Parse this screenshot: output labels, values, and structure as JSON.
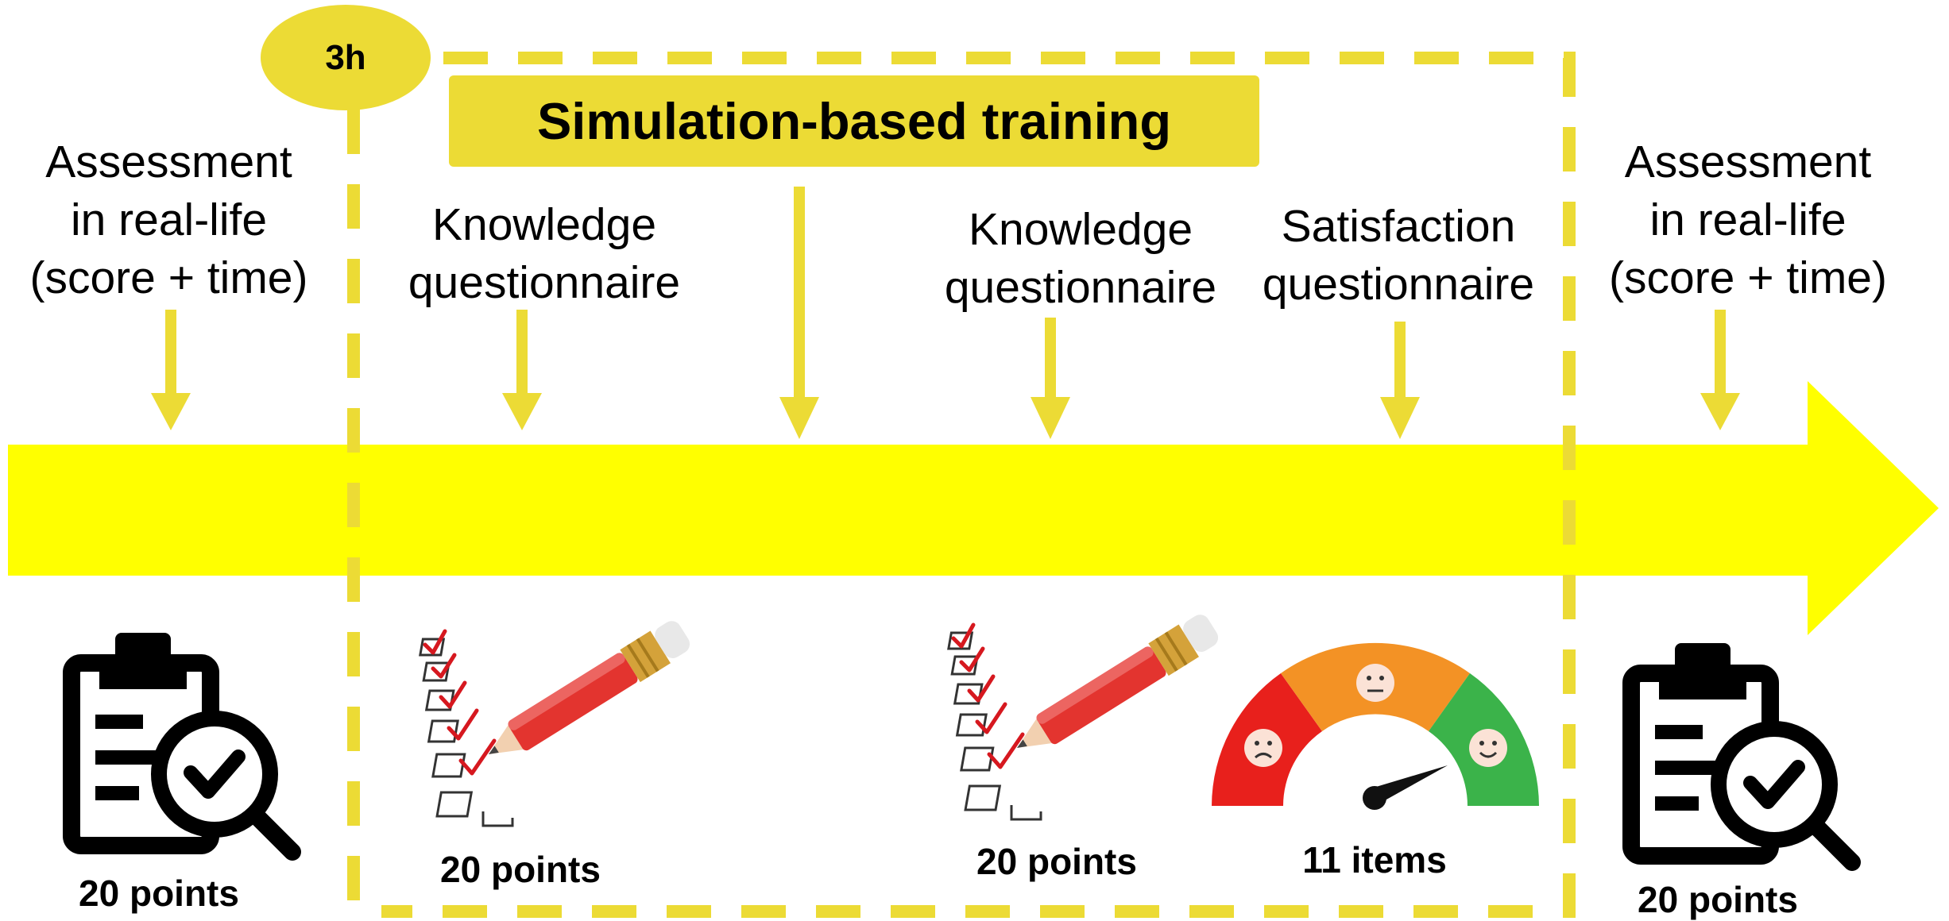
{
  "diagram": {
    "duration_badge": "3h",
    "training_title": "Simulation-based training",
    "stages": [
      {
        "line1": "Assessment",
        "line2": "in real-life",
        "line3": "(score + time)",
        "points": "20 points"
      },
      {
        "line1": "Knowledge",
        "line2": "questionnaire",
        "points": "20 points"
      },
      {
        "line1": "Knowledge",
        "line2": "questionnaire",
        "points": "20 points"
      },
      {
        "line1": "Satisfaction",
        "line2": "questionnaire",
        "points": "11 items"
      },
      {
        "line1": "Assessment",
        "line2": "in real-life",
        "line3": "(score + time)",
        "points": "20 points"
      }
    ]
  },
  "colors": {
    "timeline_arrow": "#ffff00",
    "accent": "#ecdb35",
    "gauge_red": "#e8201c",
    "gauge_orange": "#f39225",
    "gauge_green": "#3bb34a"
  },
  "icons": [
    "clipboard-check-icon",
    "checklist-pencil-icon",
    "satisfaction-gauge-icon"
  ]
}
